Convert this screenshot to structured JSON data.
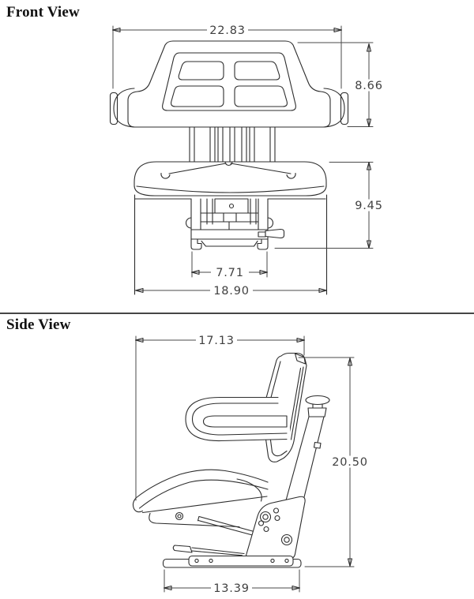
{
  "page": {
    "type": "technical-dimension-drawing",
    "subject": "tractor seat assembly",
    "units_shown": "inches (implied, no unit labels rendered)"
  },
  "colors": {
    "bg": "#ffffff",
    "line": "#2d2d2d",
    "dim_line": "#4a4a4a",
    "text": "#3f3f3f",
    "divider": "#454545"
  },
  "front_view": {
    "title": "Front View",
    "dimensions": {
      "overall_width": "22.83",
      "backrest_height": "8.66",
      "lower_assembly_height": "9.45",
      "suspension_base_width": "7.71",
      "cushion_width": "18.90"
    }
  },
  "side_view": {
    "title": "Side View",
    "dimensions": {
      "seat_depth": "17.13",
      "overall_height": "20.50",
      "base_rail_length": "13.39"
    }
  }
}
